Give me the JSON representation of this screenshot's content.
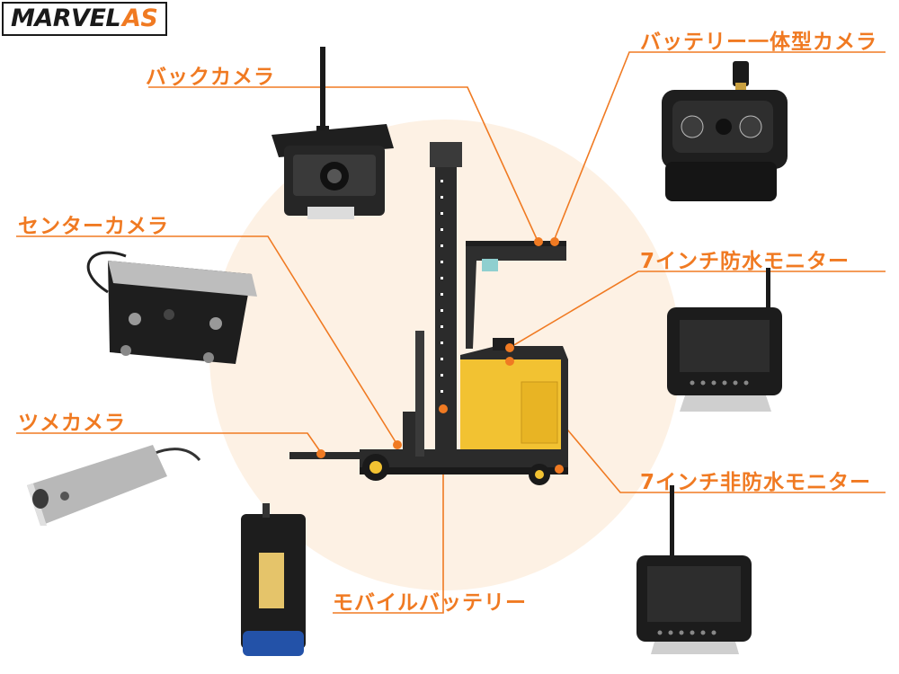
{
  "logo": {
    "part1": "MARVEL",
    "part2": "AS"
  },
  "labels": {
    "back_camera": "バックカメラ",
    "battery_camera": "バッテリー一体型カメラ",
    "center_camera": "センターカメラ",
    "monitor_waterproof": "7インチ防水モニター",
    "fork_camera": "ツメカメラ",
    "monitor_nonwaterproof": "7インチ非防水モニター",
    "mobile_battery": "モバイルバッテリー"
  },
  "colors": {
    "accent": "#f07a22",
    "backdrop": "#fdf1e4",
    "forklift_yellow": "#f2c232",
    "dark": "#2b2b2b"
  },
  "icons": [
    "forklift-illustration",
    "back-camera-photo",
    "battery-camera-photo",
    "center-camera-photo",
    "fork-camera-photo",
    "mobile-battery-photo",
    "waterproof-monitor-photo",
    "nonwaterproof-monitor-photo"
  ]
}
